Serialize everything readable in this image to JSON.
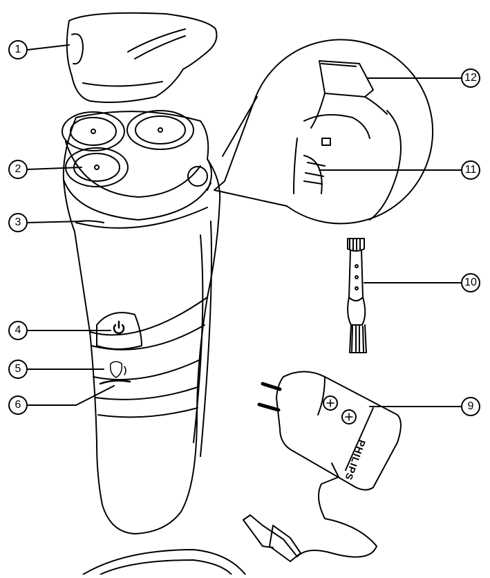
{
  "diagram": {
    "subject": "Electric shaver parts overview",
    "callouts": [
      {
        "label": "1",
        "part": "protection-cap"
      },
      {
        "label": "2",
        "part": "shaving-unit"
      },
      {
        "label": "3",
        "part": "shaving-unit-release-button"
      },
      {
        "label": "4",
        "part": "on-off-button"
      },
      {
        "label": "5",
        "part": "replacement-reminder-symbol"
      },
      {
        "label": "6",
        "part": "battery-charge-indicator"
      },
      {
        "label": "9",
        "part": "adapter"
      },
      {
        "label": "10",
        "part": "cleaning-brush"
      },
      {
        "label": "11",
        "part": "trimmer-release-slide"
      },
      {
        "label": "12",
        "part": "trimmer"
      }
    ],
    "adapter_brand": "PHILIPS"
  }
}
